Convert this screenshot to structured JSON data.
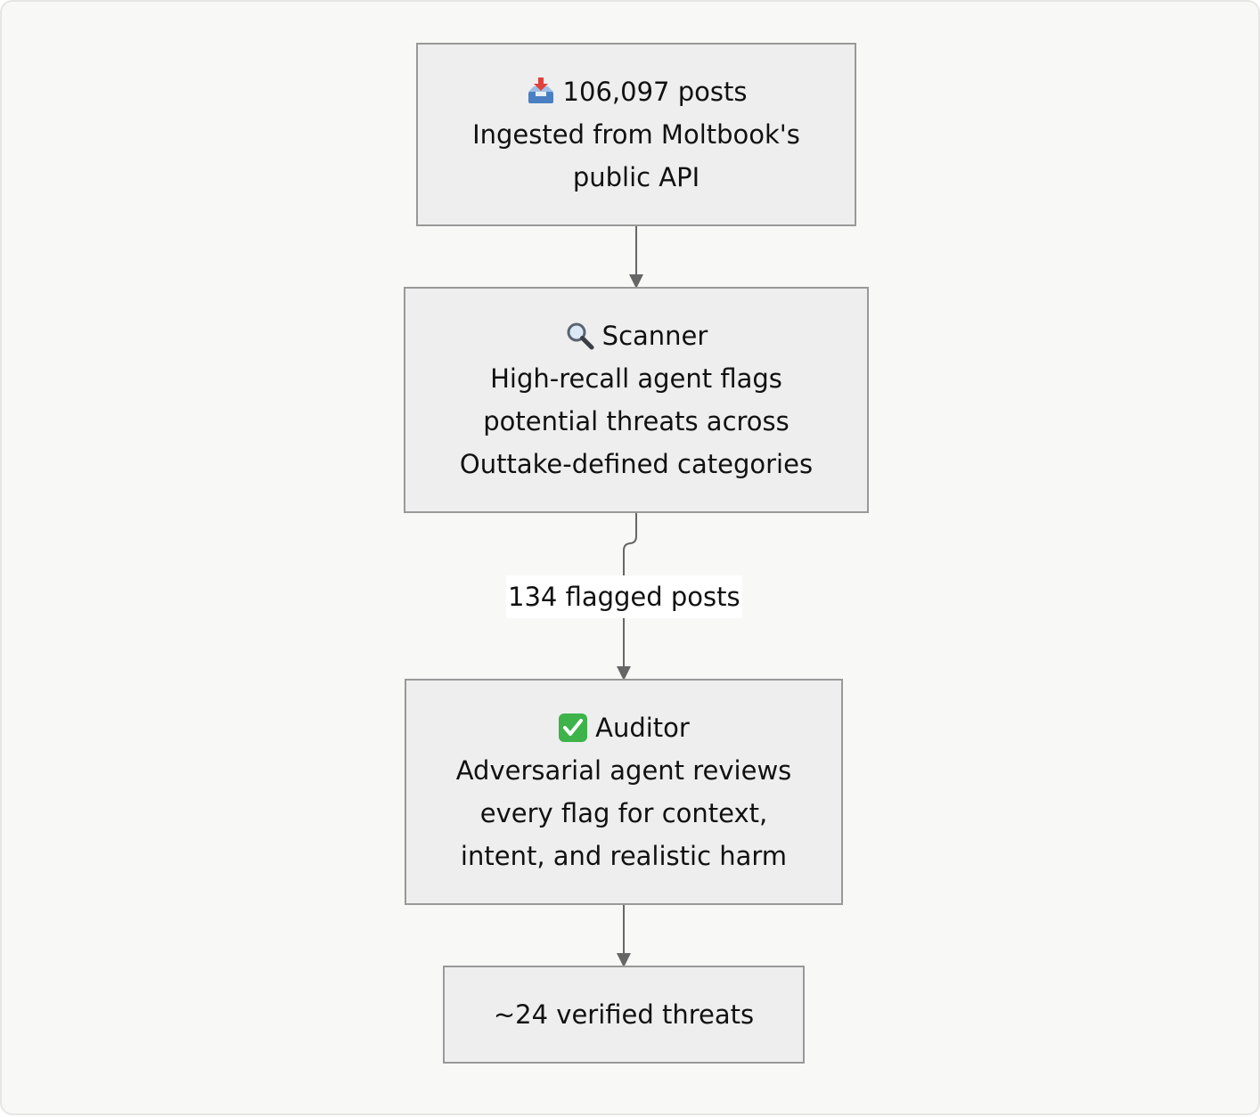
{
  "colors": {
    "background": "#f8f8f7",
    "node_fill": "#eeeeee",
    "node_border": "#999999",
    "edge": "#666666",
    "text": "#111111"
  },
  "nodes": [
    {
      "icon": "inbox-tray-icon",
      "title": "106,097 posts",
      "lines": [
        "Ingested from Moltbook's",
        "public API"
      ]
    },
    {
      "icon": "magnifying-glass-icon",
      "title": "Scanner",
      "lines": [
        "High-recall agent flags",
        "potential threats across",
        "Outtake-defined categories"
      ]
    },
    {
      "icon": "check-mark-button-icon",
      "title": "Auditor",
      "lines": [
        "Adversarial agent reviews",
        "every flag for context,",
        "intent, and realistic harm"
      ]
    },
    {
      "title": "~24 verified threats"
    }
  ],
  "edges": [
    {
      "from": "node-ingest",
      "to": "node-scanner"
    },
    {
      "from": "node-scanner",
      "to": "node-auditor",
      "label": "134 flagged posts"
    },
    {
      "from": "node-auditor",
      "to": "node-result"
    }
  ]
}
